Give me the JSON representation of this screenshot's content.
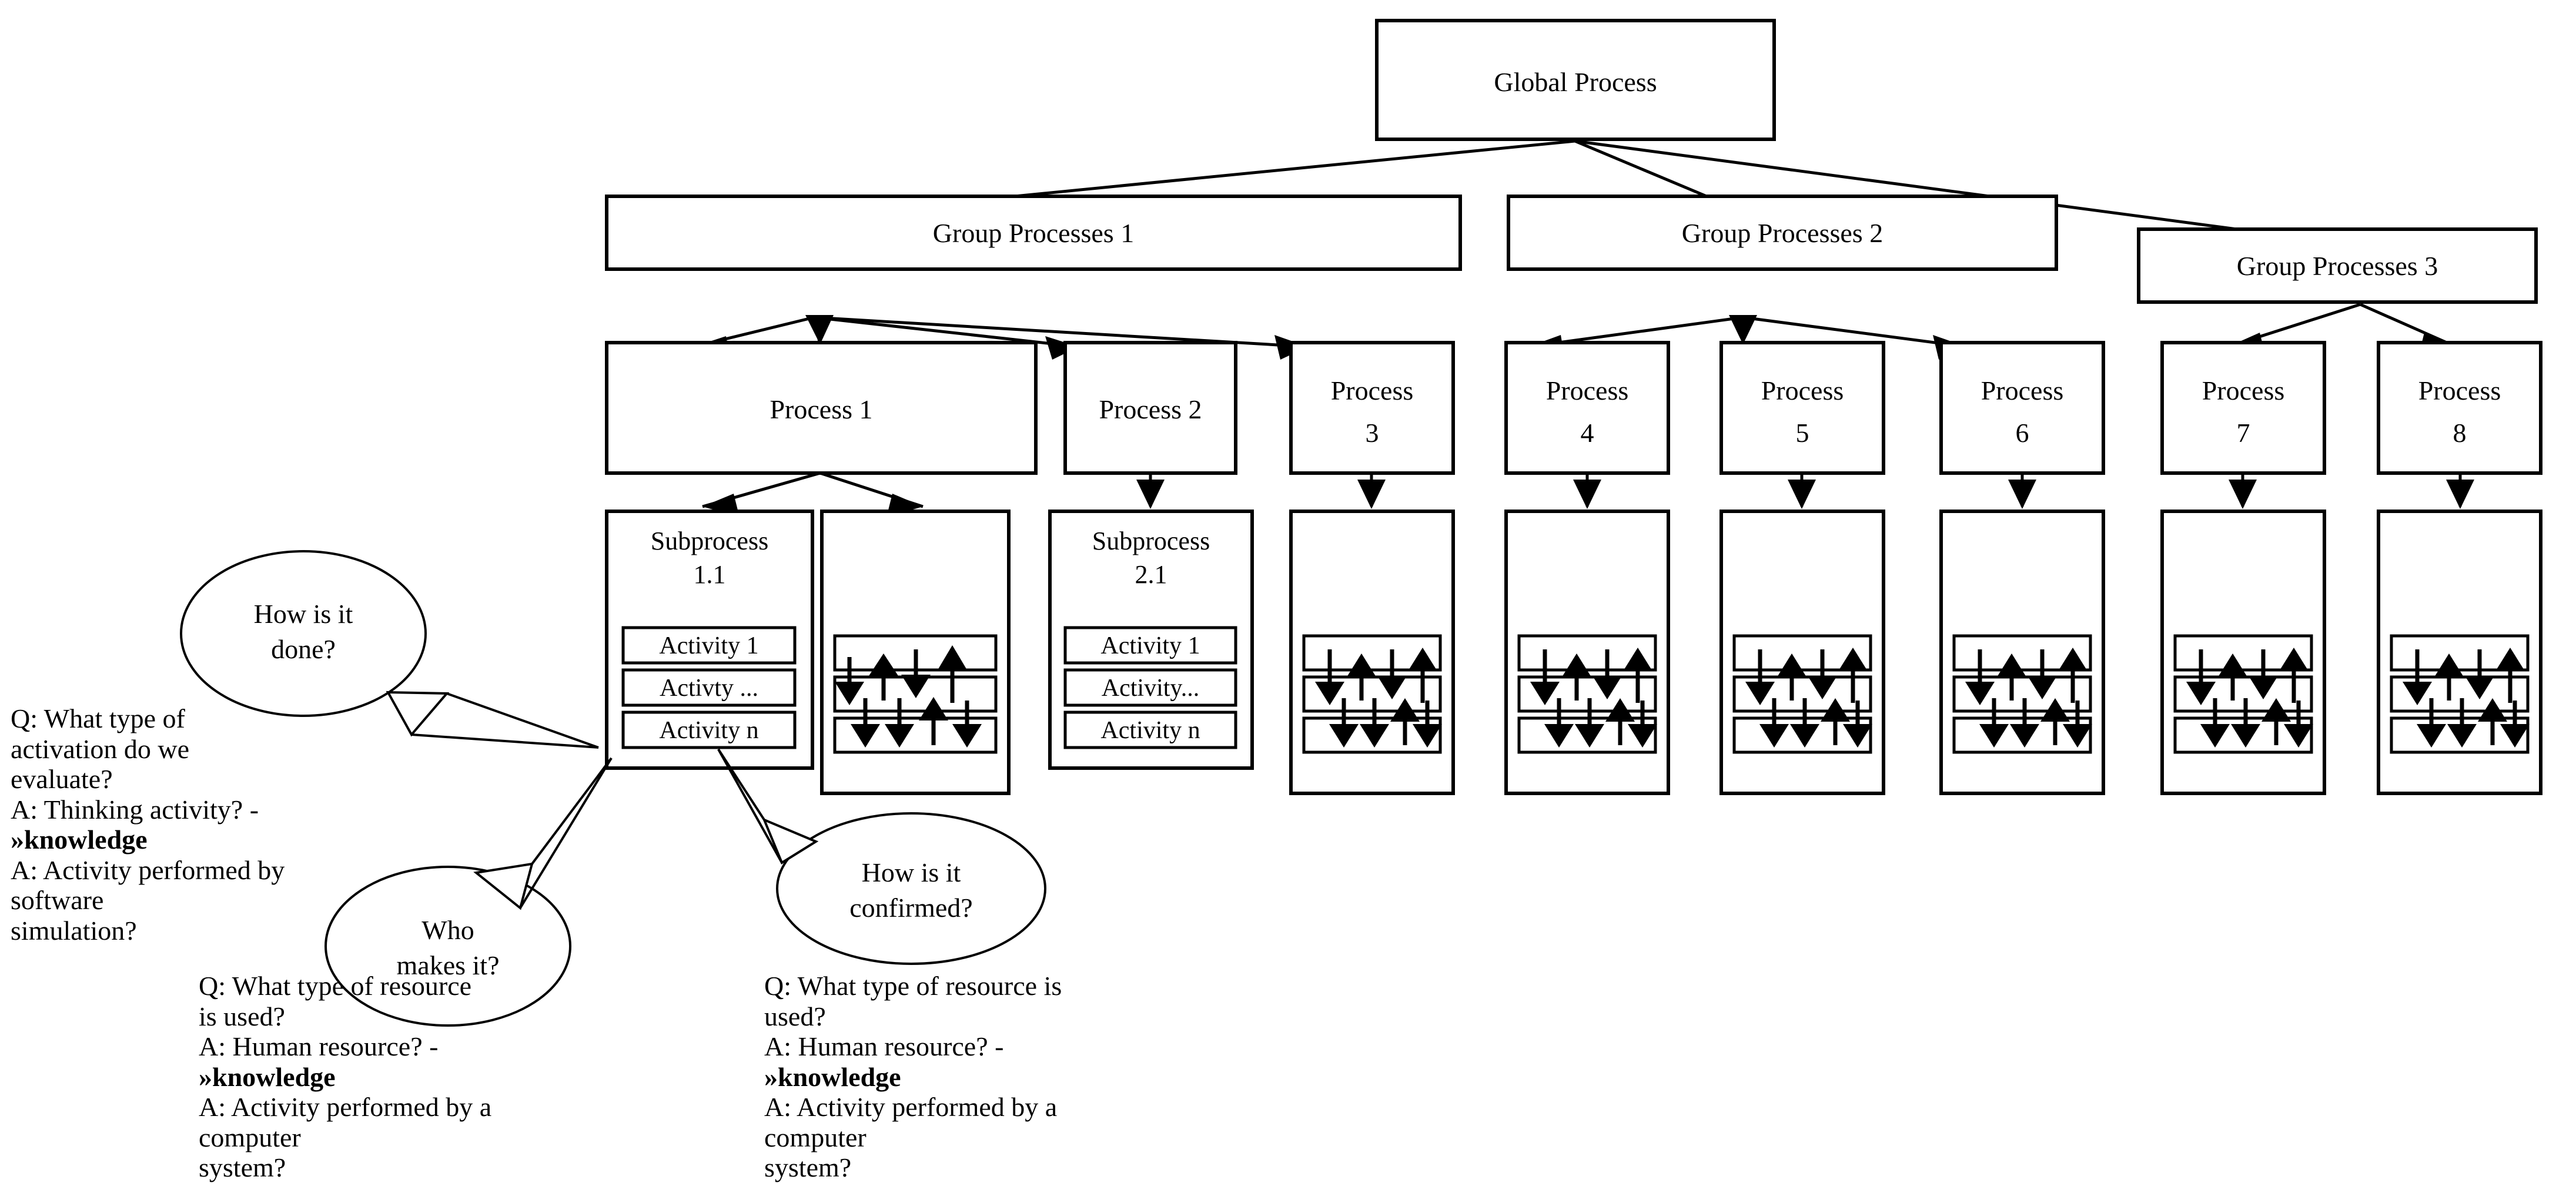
{
  "diagram": {
    "title_node": {
      "label": "Global Process"
    },
    "group_nodes": [
      {
        "label": "Group Processes 1"
      },
      {
        "label": "Group Processes 2"
      },
      {
        "label": "Group Processes 3"
      }
    ],
    "process_nodes": [
      {
        "label": "Process 1",
        "lines": [
          "Process 1"
        ]
      },
      {
        "label": "Process 2",
        "lines": [
          "Process 2"
        ]
      },
      {
        "label": "Process 3",
        "lines": [
          "Process",
          "3"
        ]
      },
      {
        "label": "Process 4",
        "lines": [
          "Process",
          "4"
        ]
      },
      {
        "label": "Process 5",
        "lines": [
          "Process",
          "5"
        ]
      },
      {
        "label": "Process 6",
        "lines": [
          "Process",
          "6"
        ]
      },
      {
        "label": "Process 7",
        "lines": [
          "Process",
          "7"
        ]
      },
      {
        "label": "Process 8",
        "lines": [
          "Process",
          "8"
        ]
      }
    ],
    "subprocess_panels": [
      {
        "id": "subprocess-1-1",
        "title_lines": [
          "Subprocess",
          "1.1"
        ],
        "activities": [
          "Activity 1",
          "Activty ...",
          "Activity n"
        ]
      },
      {
        "id": "subprocess-2-1",
        "title_lines": [
          "Subprocess",
          "2.1"
        ],
        "activities": [
          "Activity 1",
          "Activity...",
          "Activity n"
        ]
      }
    ],
    "flow_panel_count": 7,
    "callouts": [
      {
        "id": "callout-how-done",
        "lines": [
          "How is it",
          "done?"
        ]
      },
      {
        "id": "callout-who-makes",
        "lines": [
          "Who",
          "makes it?"
        ]
      },
      {
        "id": "callout-how-confirmed",
        "lines": [
          "How is it",
          "confirmed?"
        ]
      }
    ],
    "qa_blocks": [
      {
        "id": "qa-activation",
        "lines": [
          {
            "text": "Q: What type of activation do we",
            "bold_tail": ""
          },
          {
            "text": "evaluate?",
            "bold_tail": ""
          },
          {
            "text": "A: Thinking activity? - ",
            "bold_tail": "»knowledge"
          },
          {
            "text": "A: Activity performed by software",
            "bold_tail": ""
          },
          {
            "text": "simulation?",
            "bold_tail": ""
          }
        ]
      },
      {
        "id": "qa-resource-left",
        "lines": [
          {
            "text": "Q: What type of resource is used?",
            "bold_tail": ""
          },
          {
            "text": "A: Human resource? - ",
            "bold_tail": "»knowledge"
          },
          {
            "text": "A: Activity performed by a computer",
            "bold_tail": ""
          },
          {
            "text": "system?",
            "bold_tail": ""
          }
        ]
      },
      {
        "id": "qa-resource-right",
        "lines": [
          {
            "text": "Q: What type of resource is used?",
            "bold_tail": ""
          },
          {
            "text": "A: Human resource? - ",
            "bold_tail": "»knowledge"
          },
          {
            "text": "A: Activity performed by a computer",
            "bold_tail": ""
          },
          {
            "text": "system?",
            "bold_tail": ""
          }
        ]
      }
    ],
    "colors": {
      "stroke": "#000000",
      "fill": "#ffffff",
      "background": "#ffffff"
    }
  }
}
